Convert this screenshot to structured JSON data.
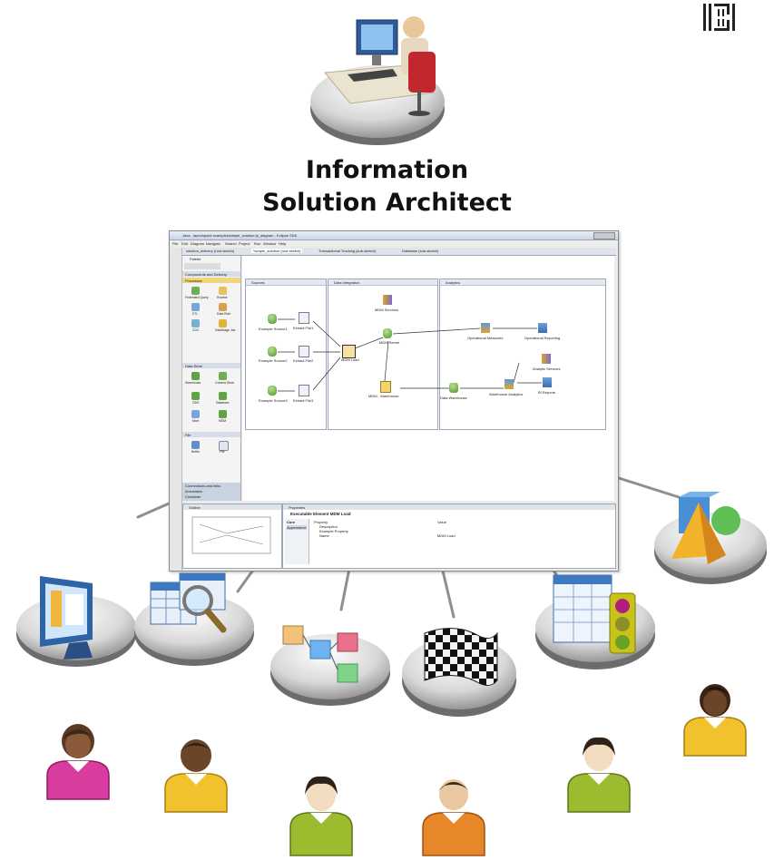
{
  "title": {
    "line1": "Information",
    "line2": "Solution Architect"
  },
  "ide": {
    "window_title": "Java - launchpoint examples/simple_solution.tp_diagram - Eclipse SDK",
    "menu": [
      "File",
      "Edit",
      "Diagram",
      "Navigate",
      "Search",
      "Project",
      "Run",
      "Window",
      "Help"
    ],
    "tabs": [
      "solution_delivery (root sketch)",
      "*simple_solution (root sketch)",
      "Transactional Tracking (sub-sketch)",
      "Database (sub-sketch)"
    ],
    "palette": {
      "title": "Palette",
      "sections": [
        {
          "title": "Components and Delivery",
          "items": []
        },
        {
          "title": "Processes",
          "items": [
            "Federated Query",
            "Routine",
            "ETL",
            "Data Rule",
            "CDC",
            "DataStage Job"
          ]
        },
        {
          "title": "Data Store",
          "items": [
            "Warehouse",
            "Content Store",
            "ODS",
            "Database",
            "Mart",
            "MDM"
          ]
        },
        {
          "title": "File",
          "items": [
            "Buffer",
            "File"
          ]
        }
      ],
      "bottom": [
        "Connections and links",
        "Annotation",
        "Container"
      ]
    },
    "diagram": {
      "sources": {
        "title": "Sources",
        "items": [
          "Example Source1",
          "Extract File1",
          "Example Source2",
          "Extract File2",
          "Example Source3",
          "Extract File3"
        ]
      },
      "integration": {
        "title": "Data Integration",
        "items": [
          "MDM Services",
          "MDM Server",
          "MDM Load",
          "MDM - Warehouse"
        ]
      },
      "analytics": {
        "title": "Analytics",
        "items": [
          "Operational Measures",
          "Operational Reporting",
          "Analytic Services",
          "Data Warehouse",
          "Warehouse Analytics",
          "BI Reports"
        ]
      }
    },
    "outline": {
      "title": "Outline"
    },
    "properties": {
      "title": "Properties",
      "element": "Executable Element MDM Load",
      "tabs": [
        "Core",
        "Appearance"
      ],
      "col_property": "Property",
      "col_value": "Value",
      "rows": [
        {
          "property": "Description",
          "value": ""
        },
        {
          "property": "Example Property",
          "value": ""
        },
        {
          "property": "Name",
          "value": "MDM Load"
        }
      ]
    }
  },
  "icons": [
    "ibm-logo-icon",
    "architect-at-desk-icon",
    "desktop-monitor-icon",
    "table-magnifier-icon",
    "flow-blocks-icon",
    "checkered-flag-icon",
    "table-traffic-light-icon",
    "3d-shapes-icon"
  ],
  "colors": {
    "shirt_pink": "#d93c9f",
    "shirt_yellow": "#f2c12e",
    "shirt_green": "#9dbb2f",
    "shirt_orange": "#e8862a"
  }
}
